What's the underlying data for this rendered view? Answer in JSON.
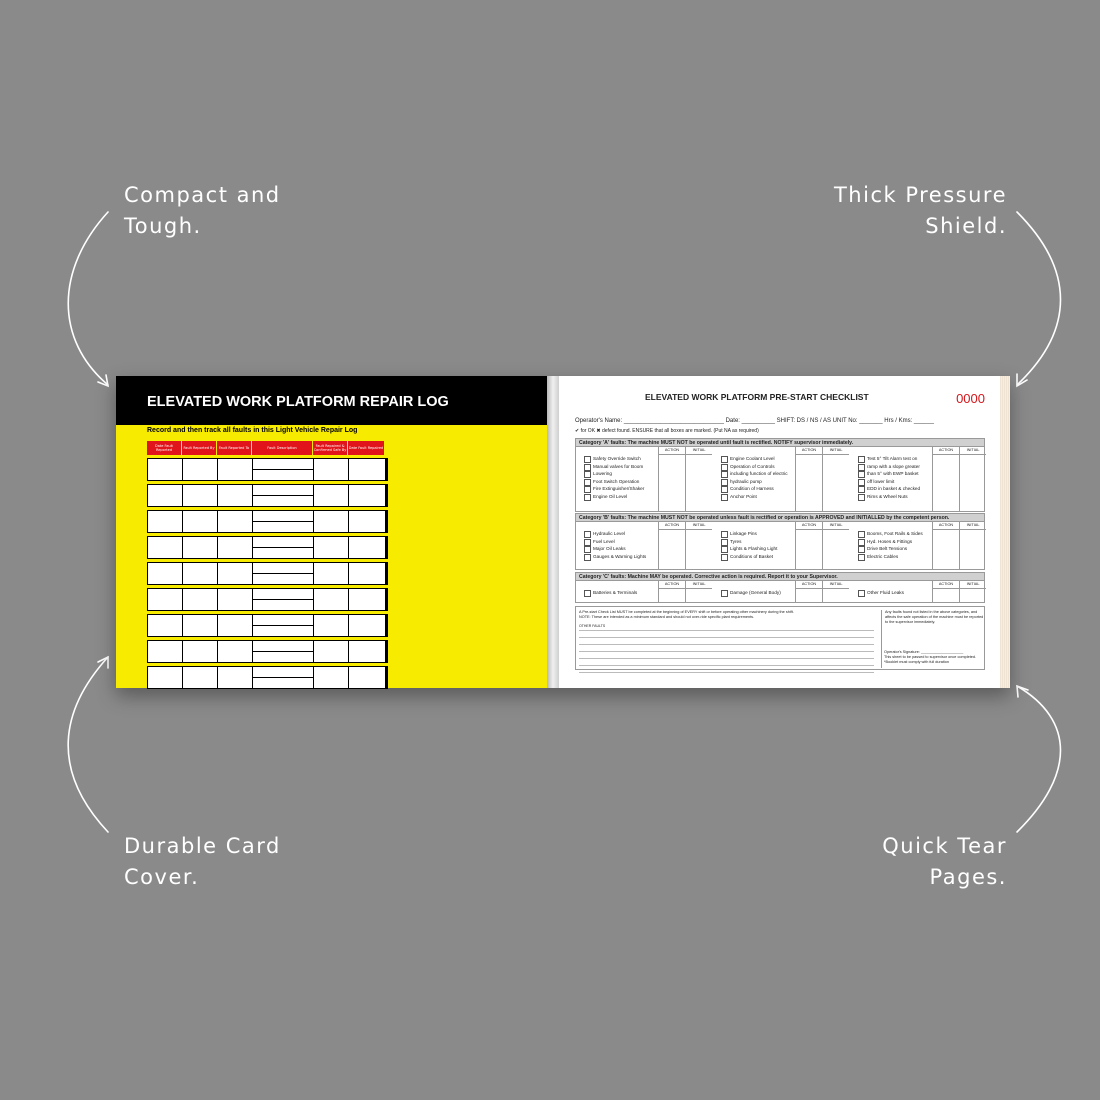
{
  "callouts": {
    "top_left": [
      "Compact and",
      "Tough."
    ],
    "top_right": [
      "Thick Pressure",
      "Shield."
    ],
    "bottom_left": [
      "Durable Card",
      "Cover."
    ],
    "bottom_right": [
      "Quick Tear",
      "Pages."
    ]
  },
  "colors": {
    "background": "#8a8a8a",
    "cover_yellow": "#f7eb00",
    "header_black": "#000000",
    "header_red": "#e2141b",
    "number_red": "#d6161b"
  },
  "cover": {
    "title": "ELEVATED WORK PLATFORM REPAIR LOG",
    "subtitle": "Record and then track all faults in this Light Vehicle Repair Log",
    "columns": [
      "Date Fault Reported",
      "Fault Reported By",
      "Fault Reported To",
      "Fault Description",
      "Fault Repaired & Confirmed Safe By",
      "Date Fault Repaired"
    ],
    "row_count": 9
  },
  "checklist": {
    "title": "ELEVATED WORK PLATFORM PRE-START CHECKLIST",
    "number": "0000",
    "operator_line": "Operator's Name: ______________________________  Date: __________  SHIFT: DS / NS / AS  UNIT No: _______  Hrs / Kms: ______",
    "key_line": "✔ for OK   ✖ defect found. ENSURE that all boxes are marked. (Put NA as required)",
    "col_action": "ACTION",
    "col_initial": "INITIAL",
    "cat_a": {
      "header": "Category 'A' faults: The machine MUST NOT be operated until fault is rectified. NOTIFY supervisor immediately.",
      "col1": [
        "Safety Override Switch",
        "Manual valves for Boom",
        "Lowering",
        "Foot Switch Operation",
        "Fire Extinguisher/Shaker",
        "Engine Oil Level"
      ],
      "col2": [
        "Engine Coolant Level",
        "Operation of Controls",
        "including function of electric",
        "hydraulic pump",
        "Condition of Harness",
        "Anchor Point"
      ],
      "col3": [
        "Test 5° Tilt Alarm test on",
        "ramp with a slope greater",
        "than 5° with EWP basket",
        "off lower limit",
        "EDD in basket & checked",
        "Rims & Wheel Nuts"
      ]
    },
    "cat_b": {
      "header": "Category 'B' faults: The machine MUST NOT be operated unless fault is rectified or operation is APPROVED and INITIALLED by the competent person.",
      "col1": [
        "Hydraulic Level",
        "Fuel Level",
        "Major Oil Leaks",
        "Gauges & Warning Lights"
      ],
      "col2": [
        "Linkage Pins",
        "Tyres",
        "Lights & Flashing Light",
        "Conditions of Basket"
      ],
      "col3": [
        "Booms, Foot Rails & Sides",
        "Hyd. Hoses & Fittings",
        "Drive Belt Tensions",
        "Electric Cables"
      ]
    },
    "cat_c": {
      "header": "Category 'C' faults: Machine MAY be operated. Corrective action is required. Report it to your Supervisor.",
      "col1": [
        "Batteries & Terminals"
      ],
      "col2": [
        "Damage (General Body)"
      ],
      "col3": [
        "Other Fluid Leaks"
      ]
    },
    "note_1": "A Pre-start Check List MUST be completed at the beginning of EVERY shift or before operating other machinery during the shift.",
    "note_2": "NOTE: These are intended as a minimum standard and should not over-ride specific plant requirements.",
    "other_faults": "OTHER FAULTS",
    "right_note": "Any faults found not listed in the above categories, and affects the safe operation of the machine must be reported to the supervisor immediately.",
    "signature": "Operator's Signature: ____________________",
    "footer_note": "This sheet to be passed to supervisor once completed. *Booklet must comply with full duration"
  }
}
